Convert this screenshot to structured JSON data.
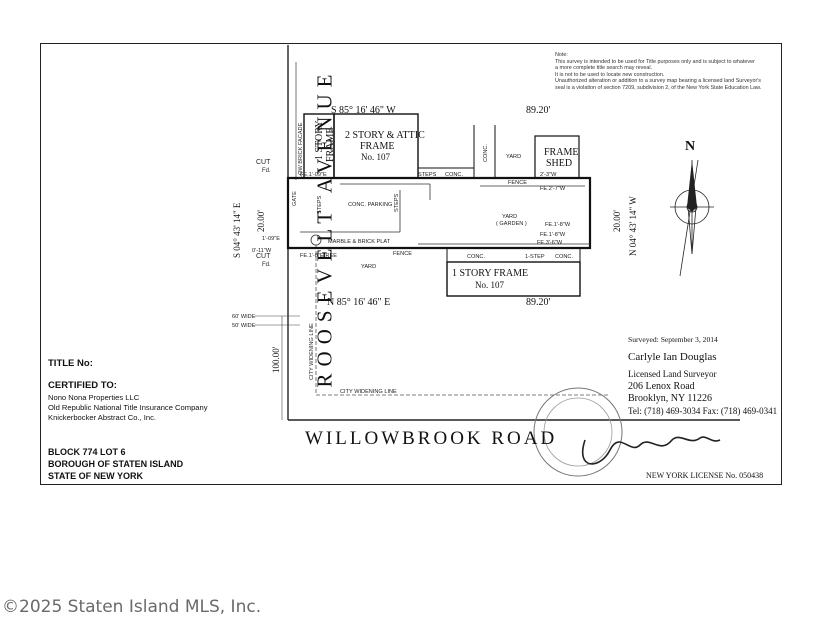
{
  "note": {
    "lines": [
      "Note:",
      "This survey is intended to be used for Title purposes only and is subject to whatever",
      "a more complete title search may reveal.",
      "It is not to be used to locate new construction.",
      "Unauthorized alteration or addition to a survey map bearing a licensed land Surveyor's",
      "seal is a violation of section 7209, subdivision 2, of the New York State Education Law."
    ]
  },
  "bearings": {
    "top": "S  85°  16'  46\"  W",
    "top_distance": "89.20'",
    "bottom": "N  85°  16'  46\"  E",
    "bottom_distance": "89.20'",
    "left": "S 04° 43' 14\" E",
    "left_distance": "20.00'",
    "right": "N 04° 43' 14\" W",
    "right_distance": "20.00'",
    "road_frontage": "100.00'"
  },
  "structures": {
    "main_house": "2 STORY & ATTIC",
    "main_house_2": "FRAME",
    "main_house_no": "No. 107",
    "adj_story": "1 STORY",
    "adj_frame": "FRAME",
    "frame": "FRAME",
    "shed": "SHED",
    "neighbor": "1 STORY FRAME",
    "neighbor_no": "No. 107"
  },
  "labels": {
    "yard_top": "YARD",
    "yard_garden": "YARD",
    "garden": "( GARDEN )",
    "yard_bottom": "YARD",
    "conc_parking": "CONC.  PARKING",
    "marble": "MARBLE & BRICK PLAT",
    "fence_top": "FENCE",
    "fence_bottom": "FENCE",
    "steps_top": "STEPS",
    "conc_top": "CONC.",
    "conc_mid": "CONC.",
    "conc_bottom": "CONC.",
    "conc_right": "CONC.",
    "step": "1-STEP",
    "steps_v": "STEPS",
    "cut_top": "CUT",
    "cut_top_2": "Fd.",
    "cut_bot": "CUT",
    "cut_bot_2": "Fd.",
    "fe_top": "FE.1'-09\"E",
    "fe_bot": "FE.1'-8\"E",
    "fe_right1": "FE.2'-7\"W",
    "fe_right2": "FE.1'-8\"W",
    "fe_right3": "FE.1'-8\"W",
    "fe_right4": "FE.3'-6\"W",
    "fe_ref": "2'-3\"W",
    "tree": "TREE",
    "gate": "GATE",
    "brick_facade": "LOW BRICK FACADE",
    "widening_v": "CITY WIDENING LINE",
    "widening_h": "CITY WIDENING LINE",
    "wide_60": "60' WIDE",
    "wide_50": "50' WIDE",
    "left_small1": "0'-11\"W",
    "left_small2": "1'-09\"E",
    "steps_left": "STEPS"
  },
  "roads": {
    "vertical": "ROOSEVELT    AVENUE",
    "horizontal": "WILLOWBROOK  ROAD"
  },
  "compass": {
    "label": "N"
  },
  "title_block": {
    "title_no": "TITLE No:",
    "certified_to": "CERTIFIED TO:",
    "parties": [
      "Nono Nona Properties LLC",
      "Old Republic National Title Insurance Company",
      "Knickerbocker Abstract Co., Inc."
    ],
    "block": "BLOCK  774      LOT  6",
    "borough": "BOROUGH OF STATEN ISLAND",
    "state": "STATE OF NEW YORK"
  },
  "surveyor": {
    "surveyed": "Surveyed: September 3, 2014",
    "name": "Carlyle Ian Douglas",
    "title": "Licensed Land Surveyor",
    "address1": "206 Lenox Road",
    "address2": "Brooklyn, NY 11226",
    "phone": "Tel: (718) 469-3034 Fax: (718) 469-0341",
    "license": "NEW YORK LICENSE No. 050438"
  },
  "footer": "©2025 Staten Island MLS, Inc."
}
